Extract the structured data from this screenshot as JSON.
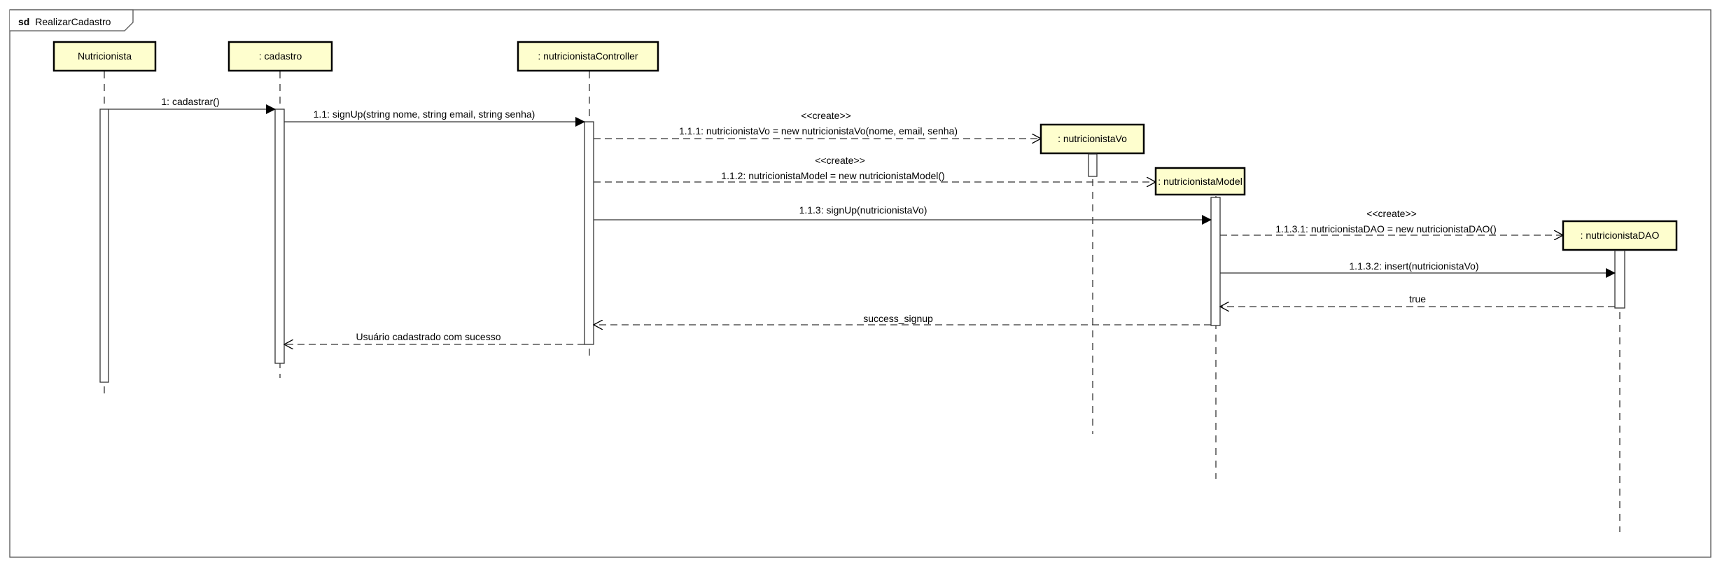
{
  "frame": {
    "keyword": "sd",
    "name": "RealizarCadastro"
  },
  "colors": {
    "participant_fill": "#FEFECE",
    "participant_stroke": "#000000",
    "line": "#333333",
    "activation_fill": "#FFFFFF"
  },
  "participants": [
    {
      "id": "nutricionista",
      "label": "Nutricionista"
    },
    {
      "id": "cadastro",
      "label": ": cadastro"
    },
    {
      "id": "controller",
      "label": ": nutricionistaController"
    },
    {
      "id": "vo",
      "label": ": nutricionistaVo"
    },
    {
      "id": "model",
      "label": ": nutricionistaModel"
    },
    {
      "id": "dao",
      "label": ": nutricionistaDAO"
    }
  ],
  "messages": [
    {
      "id": "m1",
      "label": "1: cadastrar()",
      "kind": "sync"
    },
    {
      "id": "m2",
      "label": "1.1: signUp(string nome, string email, string senha)",
      "kind": "sync"
    },
    {
      "id": "m3",
      "stereotype": "<<create>>",
      "label": "1.1.1: nutricionistaVo = new nutricionistaVo(nome, email, senha)",
      "kind": "create"
    },
    {
      "id": "m4",
      "stereotype": "<<create>>",
      "label": "1.1.2: nutricionistaModel = new nutricionistaModel()",
      "kind": "create"
    },
    {
      "id": "m5",
      "label": "1.1.3: signUp(nutricionistaVo)",
      "kind": "sync"
    },
    {
      "id": "m6",
      "stereotype": "<<create>>",
      "label": "1.1.3.1: nutricionistaDAO = new nutricionistaDAO()",
      "kind": "create"
    },
    {
      "id": "m7",
      "label": "1.1.3.2: insert(nutricionistaVo)",
      "kind": "sync"
    },
    {
      "id": "m8",
      "label": "true",
      "kind": "return"
    },
    {
      "id": "m9",
      "label": "success_signup",
      "kind": "return"
    },
    {
      "id": "m10",
      "label": "Usuário cadastrado com sucesso",
      "kind": "return"
    }
  ]
}
